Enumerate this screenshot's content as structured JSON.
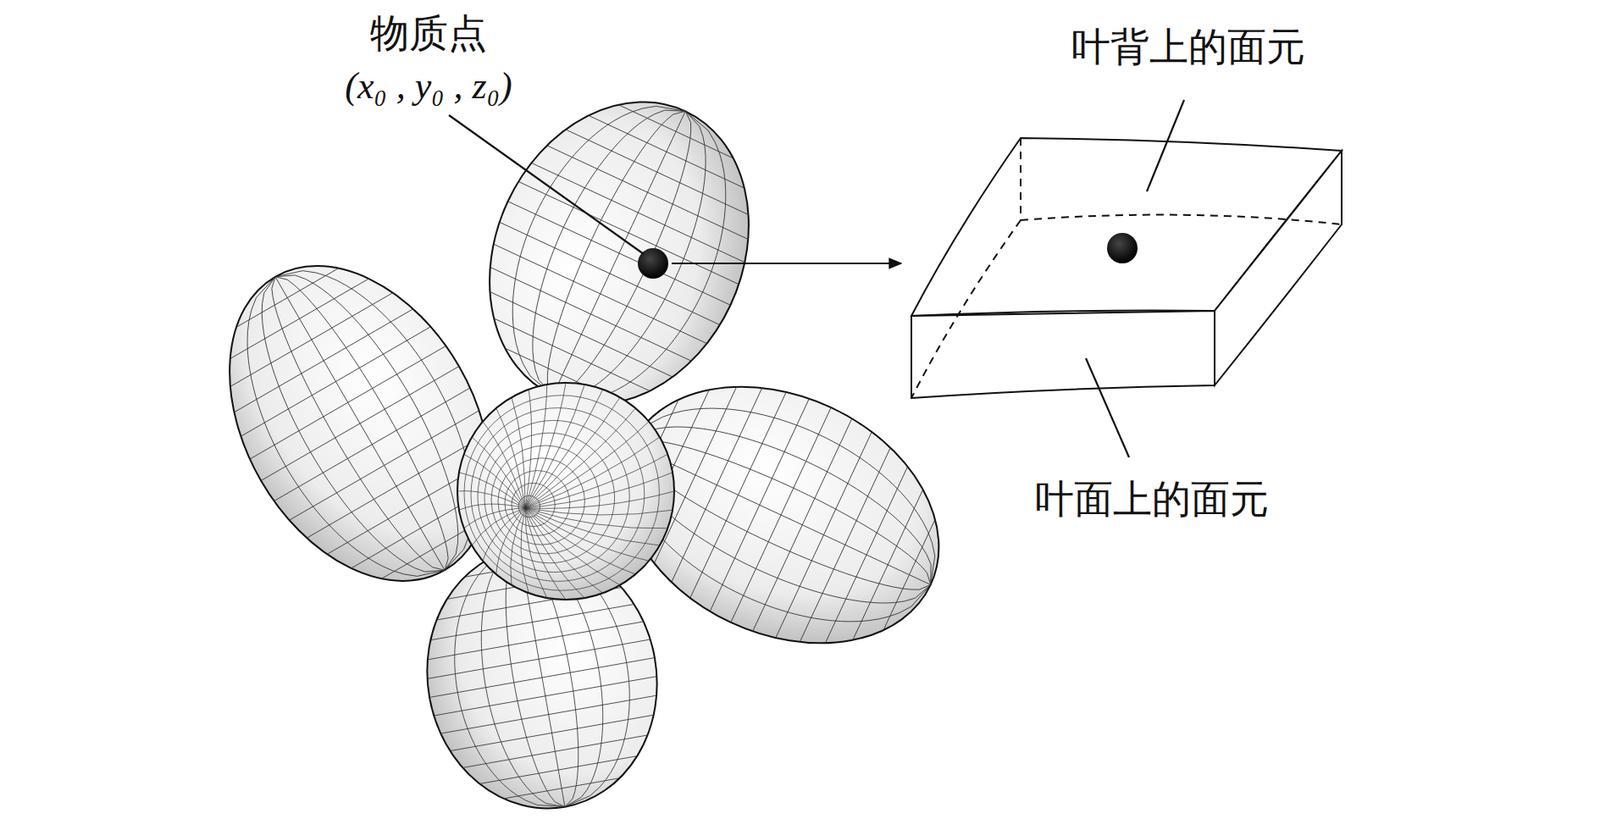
{
  "diagram": {
    "labels": [
      "物质点",
      "(x₀ , y₀ , z₀)",
      "叶背上的面元",
      "叶面上的面元"
    ]
  }
}
